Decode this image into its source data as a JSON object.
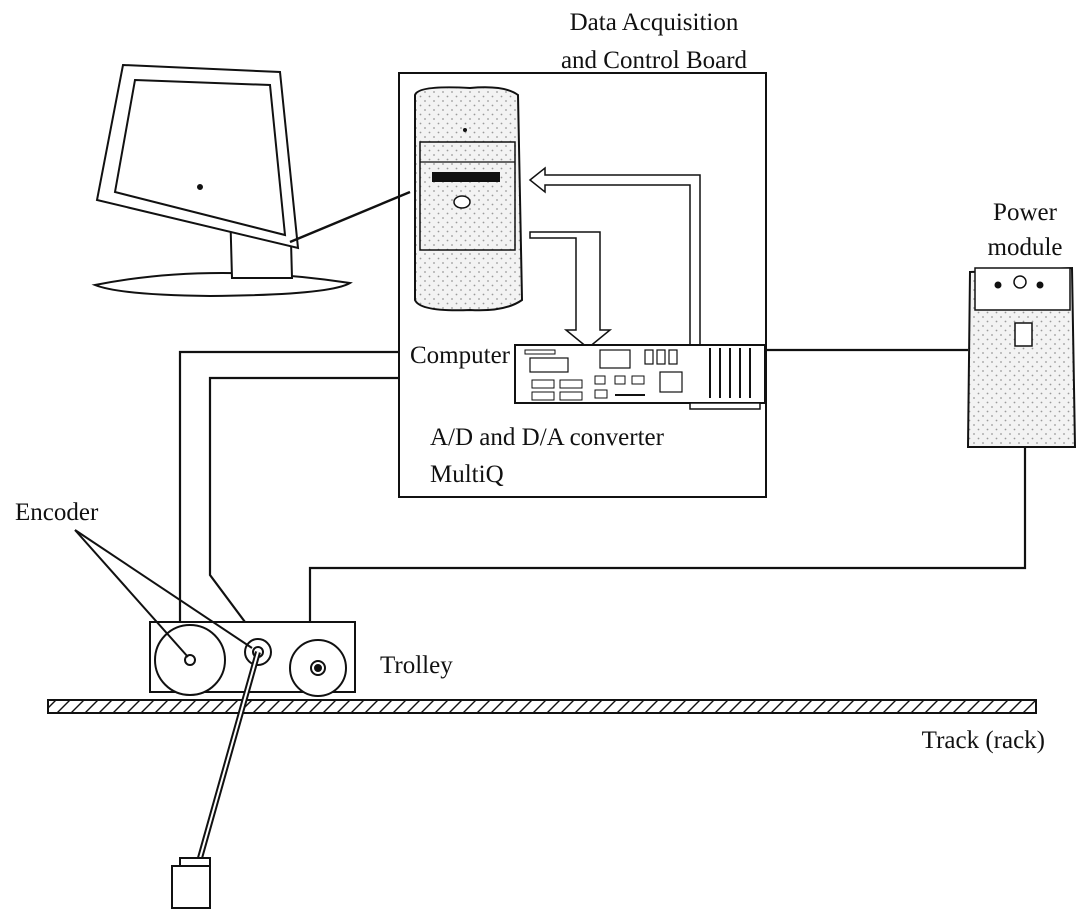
{
  "labels": {
    "board_line1": "Data Acquisition",
    "board_line2": "and Control Board",
    "computer": "Computer",
    "converter_line1": "A/D and D/A converter",
    "converter_line2": "MultiQ",
    "power_line1": "Power",
    "power_line2": "module",
    "encoder": "Encoder",
    "trolley": "Trolley",
    "track": "Track (rack)"
  },
  "colors": {
    "line": "#111111",
    "background": "#ffffff",
    "stipple": "#9a9a9a"
  }
}
